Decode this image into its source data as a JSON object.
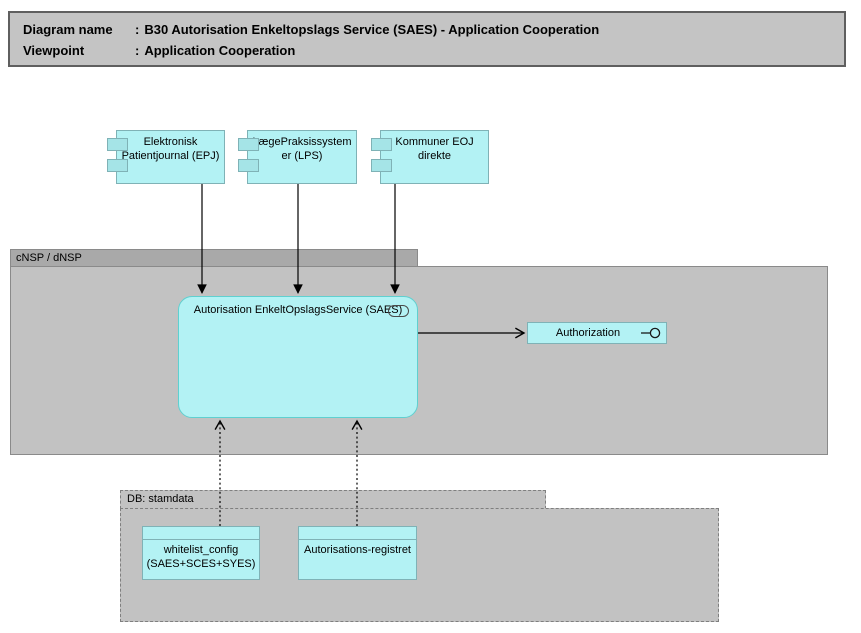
{
  "header": {
    "rows": [
      {
        "label": "Diagram name",
        "separator": ":",
        "value": "B30 Autorisation Enkeltopslags Service (SAES) - Application Cooperation"
      },
      {
        "label": "Viewpoint",
        "separator": ":",
        "value": "Application Cooperation"
      }
    ]
  },
  "groups": {
    "cnsp": {
      "label": "cNSP / dNSP"
    },
    "db": {
      "label": "DB: stamdata"
    }
  },
  "nodes": {
    "components": [
      {
        "label": "Elektronisk Patientjournal (EPJ)"
      },
      {
        "label": "LægePraksissystemer (LPS)"
      },
      {
        "label": "Kommuner EOJ direkte"
      }
    ],
    "service": {
      "label": "Autorisation EnkeltOpslagsService (SAES)"
    },
    "interface": {
      "label": "Authorization"
    },
    "data_objects": [
      {
        "label": "whitelist_config (SAES+SCES+SYES)"
      },
      {
        "label": "Autorisations-registret"
      }
    ]
  },
  "relationships": [
    {
      "from": "Elektronisk Patientjournal (EPJ)",
      "to": "Autorisation EnkeltOpslagsService (SAES)",
      "style": "solid-filled-arrow"
    },
    {
      "from": "LægePraksissystemer (LPS)",
      "to": "Autorisation EnkeltOpslagsService (SAES)",
      "style": "solid-filled-arrow"
    },
    {
      "from": "Kommuner EOJ direkte",
      "to": "Autorisation EnkeltOpslagsService (SAES)",
      "style": "solid-filled-arrow"
    },
    {
      "from": "Autorisation EnkeltOpslagsService (SAES)",
      "to": "Authorization",
      "style": "solid-open-arrow"
    },
    {
      "from": "whitelist_config (SAES+SCES+SYES)",
      "to": "Autorisation EnkeltOpslagsService (SAES)",
      "style": "dotted-open-arrow"
    },
    {
      "from": "Autorisations-registret",
      "to": "Autorisation EnkeltOpslagsService (SAES)",
      "style": "dotted-open-arrow"
    }
  ],
  "colors": {
    "node_fill": "#b3f2f4",
    "node_border": "#7fb2b6",
    "service_border": "#5fd0d0",
    "group_body_fill": "#c2c2c2",
    "group_tab_fill": "#a9a9a9",
    "group_border": "#8a8a8a",
    "title_fill": "#c4c4c4",
    "title_border": "#5f5f5f",
    "connector": "#000000"
  }
}
